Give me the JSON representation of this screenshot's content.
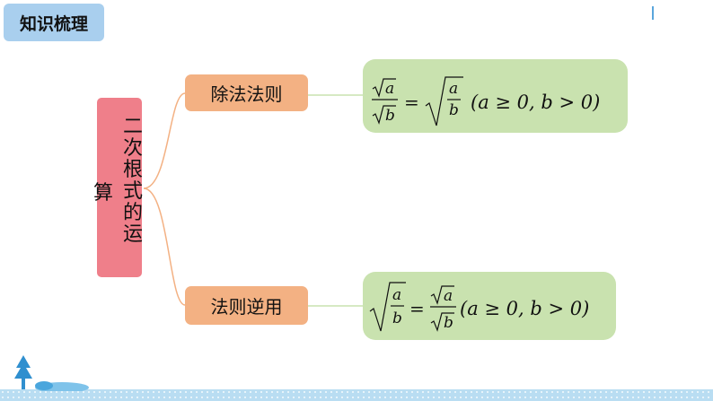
{
  "header": {
    "title": "知识梳理"
  },
  "root": {
    "column_chars": [
      "二",
      "次",
      "根",
      "式",
      "的",
      "运"
    ],
    "extra_char": "算"
  },
  "branches": [
    {
      "label": "除法法则"
    },
    {
      "label": "法则逆用"
    }
  ],
  "colors": {
    "header": "#a9cfee",
    "root": "#ef7f8a",
    "branch": "#f3b183",
    "formula_box": "#c9e2af",
    "connector": "#f3b183",
    "bottom_band": "#b9ddf2"
  },
  "formulas": [
    {
      "lhs_num": "a",
      "lhs_den": "b",
      "rhs_num": "a",
      "rhs_den": "b",
      "equals": "=",
      "condition": "(a ≥ 0, b > 0)"
    },
    {
      "lhs_num": "a",
      "lhs_den": "b",
      "rhs_num": "a",
      "rhs_den": "b",
      "equals": "=",
      "condition": "(a ≥ 0, b > 0)"
    }
  ]
}
